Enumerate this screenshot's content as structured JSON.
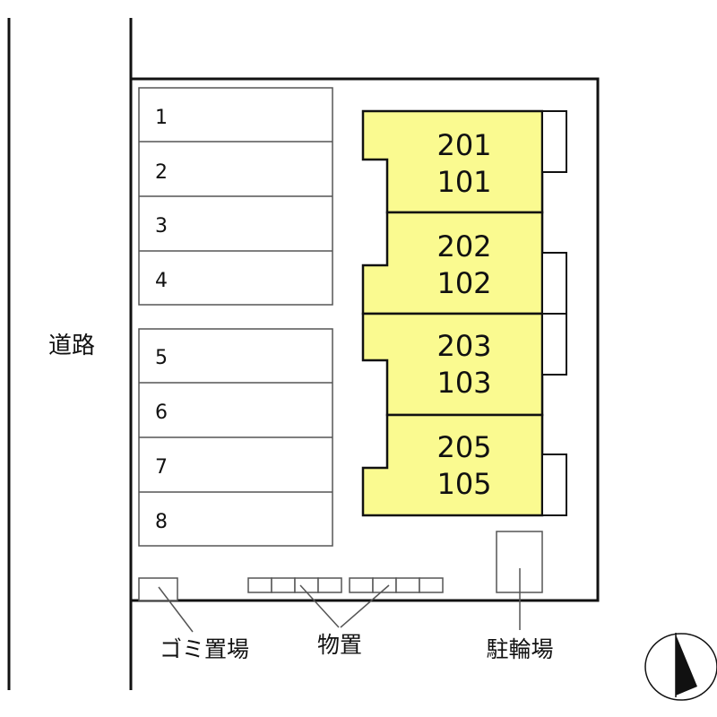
{
  "road": {
    "label": "道路"
  },
  "parking": {
    "spaces": [
      "1",
      "2",
      "3",
      "4",
      "5",
      "6",
      "7",
      "8"
    ]
  },
  "building": {
    "fill_color": "#fafa90",
    "units": [
      {
        "upper": "201",
        "lower": "101"
      },
      {
        "upper": "202",
        "lower": "102"
      },
      {
        "upper": "203",
        "lower": "103"
      },
      {
        "upper": "205",
        "lower": "105"
      }
    ]
  },
  "labels": {
    "garbage": "ゴミ置場",
    "storage": "物置",
    "bicycle": "駐輪場"
  },
  "compass": {
    "icon": "north-arrow-icon"
  }
}
